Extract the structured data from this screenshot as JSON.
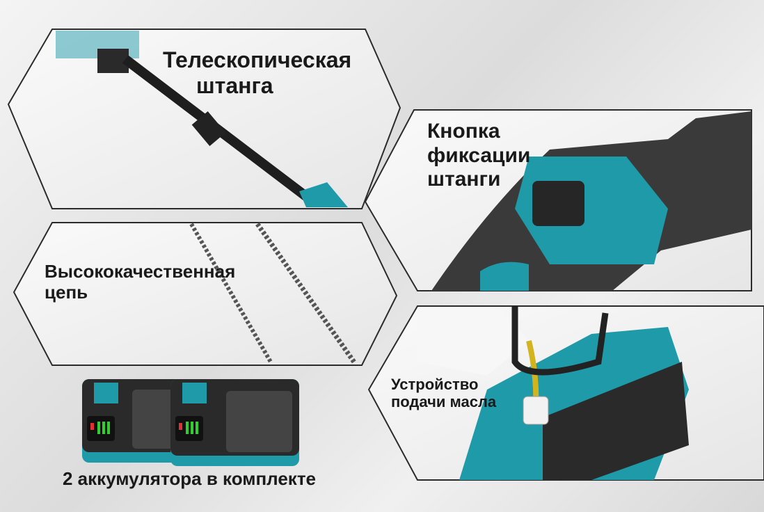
{
  "features": [
    {
      "title_line1": "Телескопическая",
      "title_line2": "штанга"
    },
    {
      "title_line1": "Кнопка",
      "title_line2": "фиксации",
      "title_line3": "штанги"
    },
    {
      "title_line1": "Высококачественная",
      "title_line2": "цепь"
    },
    {
      "title_line1": "Устройство",
      "title_line2": "подачи масла"
    }
  ],
  "batteries_caption": "2 аккумулятора в комплекте",
  "colors": {
    "accent": "#1f9aa8",
    "dark": "#2a2a2a",
    "border": "#2b2b2b"
  }
}
